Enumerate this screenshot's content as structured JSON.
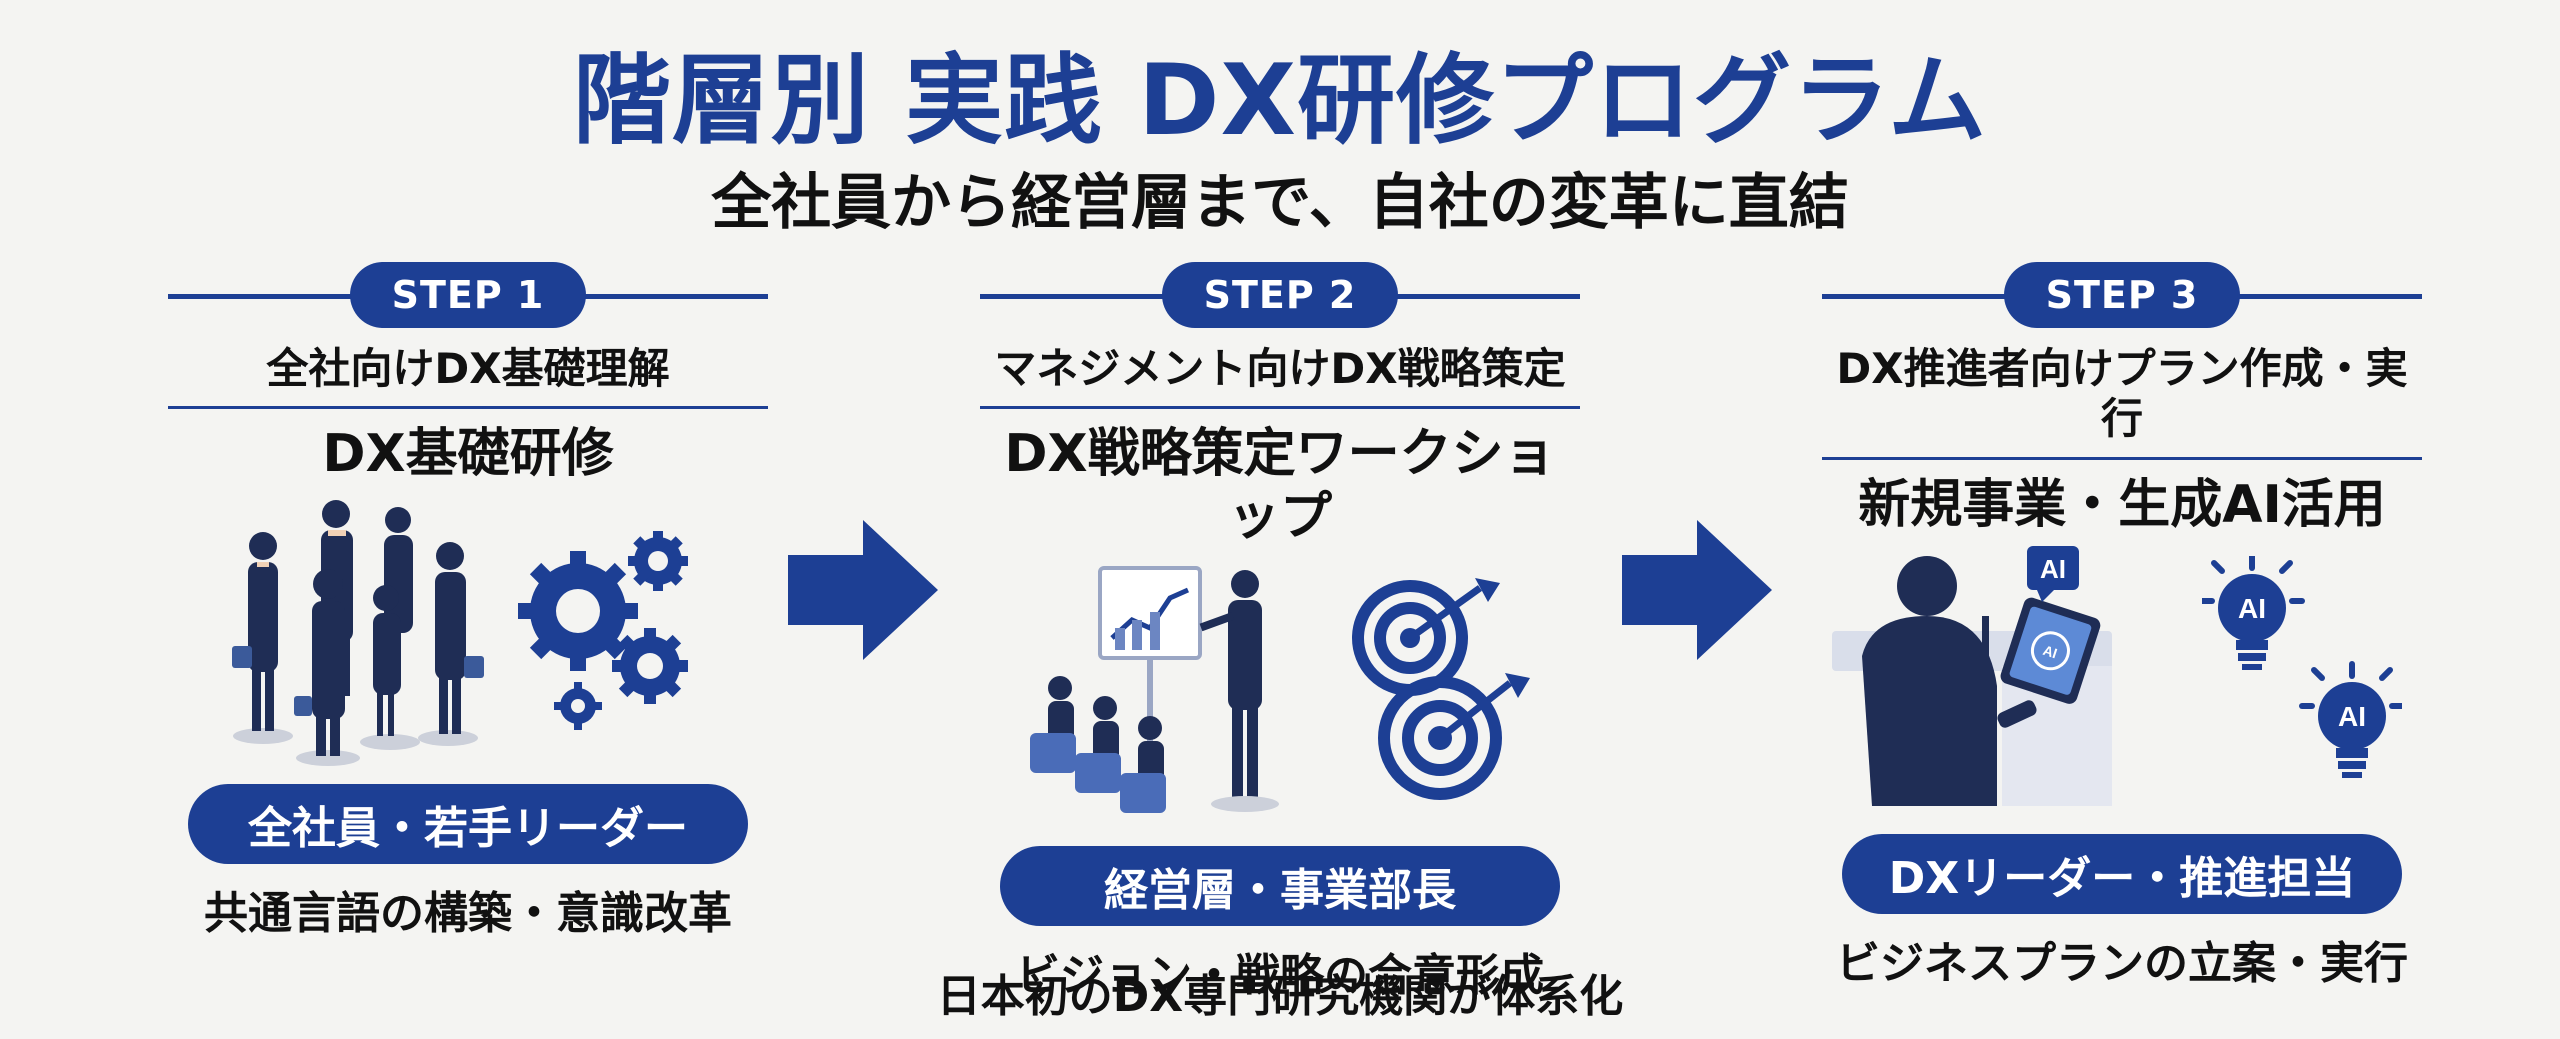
{
  "header": {
    "title": "階層別 実践 DX研修プログラム",
    "subtitle": "全社員から経営層まで、自社の変革に直結"
  },
  "steps": [
    {
      "badge": "STEP 1",
      "target": "全社向けDX基礎理解",
      "program": "DX基礎研修",
      "audience": "全社員・若手リーダー",
      "outcome": "共通言語の構築・意識改革"
    },
    {
      "badge": "STEP 2",
      "target": "マネジメント向けDX戦略策定",
      "program": "DX戦略策定ワークショップ",
      "audience": "経営層・事業部長",
      "outcome": "ビジョン・戦略の合意形成"
    },
    {
      "badge": "STEP 3",
      "target": "DX推進者向けプラン作成・実行",
      "program": "新規事業・生成AI活用",
      "audience": "DXリーダー・推進担当",
      "outcome": "ビジネスプランの立案・実行",
      "icon_labels": [
        "AI",
        "AI",
        "AI",
        "AI"
      ]
    }
  ],
  "footer": {
    "text": "日本初のDX専門研究機関が体系化"
  },
  "colors": {
    "brand_navy": "#1d3f94",
    "background": "#f4f4f2",
    "text": "#111111"
  },
  "icons": [
    "businesspeople-group",
    "gears",
    "right-arrow",
    "presentation-board",
    "audience",
    "targets",
    "tablet-worker",
    "ai-lightbulb"
  ]
}
